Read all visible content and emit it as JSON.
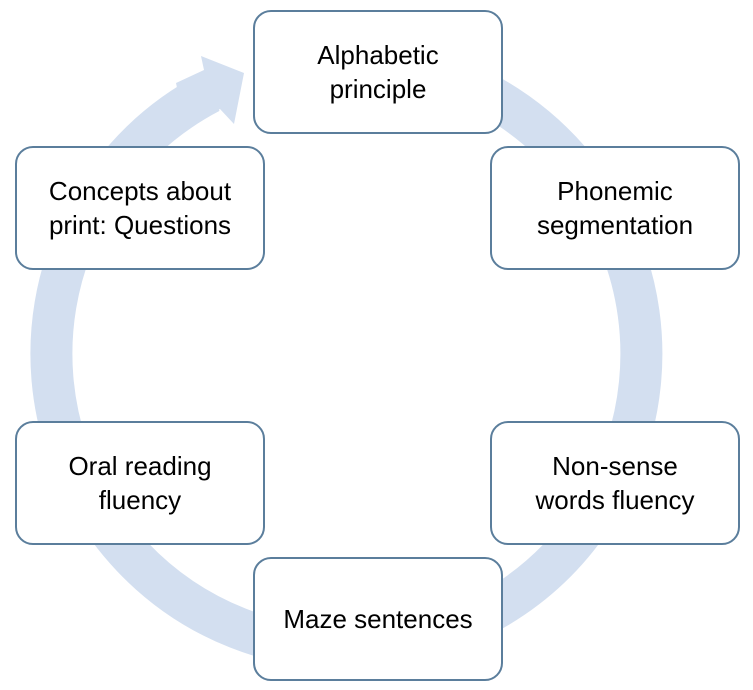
{
  "colors": {
    "ring": "#d3dff0",
    "node_border": "#5b7e9c",
    "node_fill": "#ffffff",
    "text": "#000000"
  },
  "nodes": [
    {
      "label": "Alphabetic\nprinciple"
    },
    {
      "label": "Phonemic\nsegmentation"
    },
    {
      "label": "Non-sense\nwords fluency"
    },
    {
      "label": "Maze sentences"
    },
    {
      "label": "Oral reading\nfluency"
    },
    {
      "label": "Concepts about\nprint: Questions"
    }
  ]
}
